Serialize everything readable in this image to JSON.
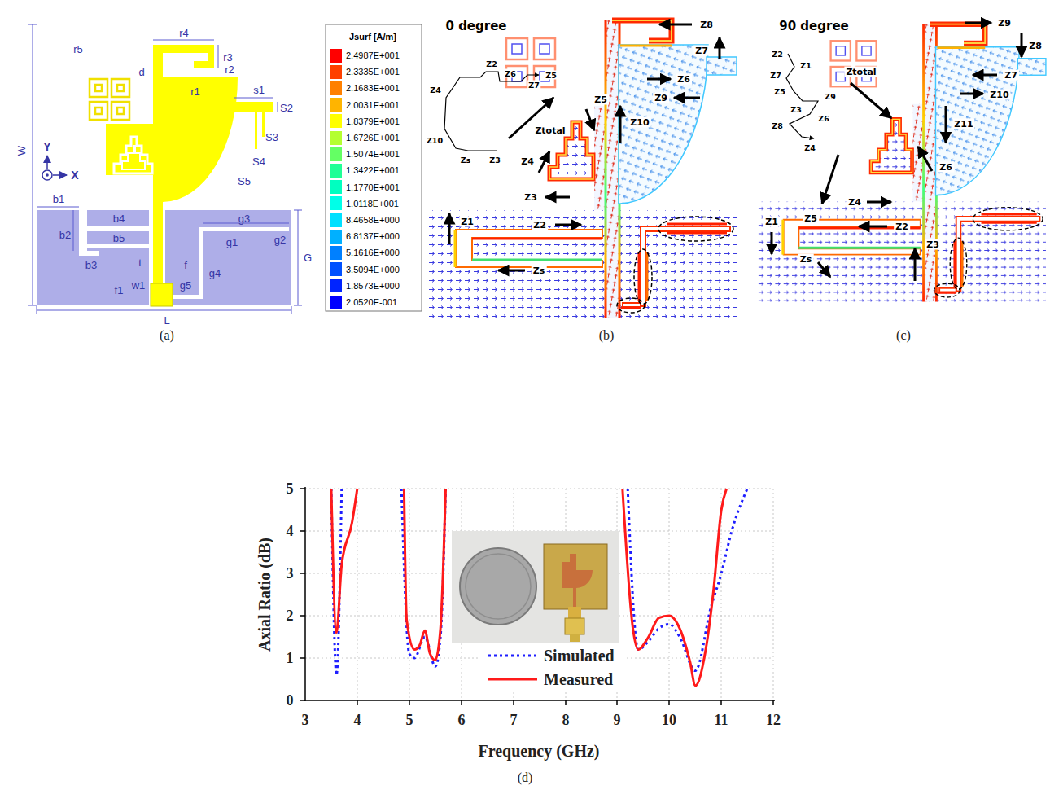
{
  "diagram": {
    "labels": [
      "r4",
      "r5",
      "r3",
      "d",
      "r2",
      "r1",
      "s1",
      "S2",
      "S3",
      "S4",
      "S5",
      "Y",
      "X",
      "W",
      "b1",
      "b2",
      "b4",
      "b5",
      "b3",
      "g3",
      "g2",
      "g1",
      "t",
      "f",
      "g4",
      "g5",
      "f1",
      "w1",
      "G",
      "L",
      "(a)",
      "Jsurf [A/m]",
      "0 degree",
      "Z8",
      "Z7",
      "Z6",
      "Z9",
      "Z10",
      "Z5",
      "Ztotal",
      "Z4",
      "Z3",
      "Z2",
      "Z1",
      "Zs",
      "Z2",
      "Z6",
      "Z7",
      "Z5",
      "Z4",
      "Z10",
      "Zs",
      "Z3",
      "(b)",
      "90 degree",
      "Z9",
      "Z8",
      "Z7",
      "Z10",
      "Z11",
      "Ztotal",
      "Z6",
      "Z5",
      "Z4",
      "Z2",
      "Z1",
      "Z3",
      "Zs",
      "Z2",
      "Z1",
      "Z7",
      "Z5",
      "Z3",
      "Z9",
      "Z6",
      "Z8",
      "Z4",
      "(c)",
      "5",
      "4",
      "3",
      "2",
      "1",
      "0",
      "3",
      "4",
      "5",
      "6",
      "7",
      "8",
      "9",
      "10",
      "11",
      "12",
      "Axial Ratio (dB)",
      "Frequency (GHz)",
      "(d)"
    ],
    "legend": [
      {
        "text": "2.4987E+001",
        "color": "#ff0000"
      },
      {
        "text": "2.3335E+001",
        "color": "#ff4000"
      },
      {
        "text": "2.1683E+001",
        "color": "#ff8000"
      },
      {
        "text": "2.0031E+001",
        "color": "#ffb400"
      },
      {
        "text": "1.8379E+001",
        "color": "#ffff00"
      },
      {
        "text": "1.6726E+001",
        "color": "#b4ff30"
      },
      {
        "text": "1.5074E+001",
        "color": "#64ff64"
      },
      {
        "text": "1.3422E+001",
        "color": "#20ff96"
      },
      {
        "text": "1.1770E+001",
        "color": "#00ffc0"
      },
      {
        "text": "1.0118E+001",
        "color": "#00ffe8"
      },
      {
        "text": "8.4658E+000",
        "color": "#00e0ff"
      },
      {
        "text": "6.8137E+000",
        "color": "#00b0ff"
      },
      {
        "text": "5.1616E+000",
        "color": "#0080ff"
      },
      {
        "text": "3.5094E+000",
        "color": "#0050ff"
      },
      {
        "text": "1.8573E+000",
        "color": "#0024ff"
      },
      {
        "text": "2.0520E-001",
        "color": "#0000ff"
      },
      {
        "text": "Simulated"
      },
      {
        "text": "Measured"
      }
    ]
  }
}
